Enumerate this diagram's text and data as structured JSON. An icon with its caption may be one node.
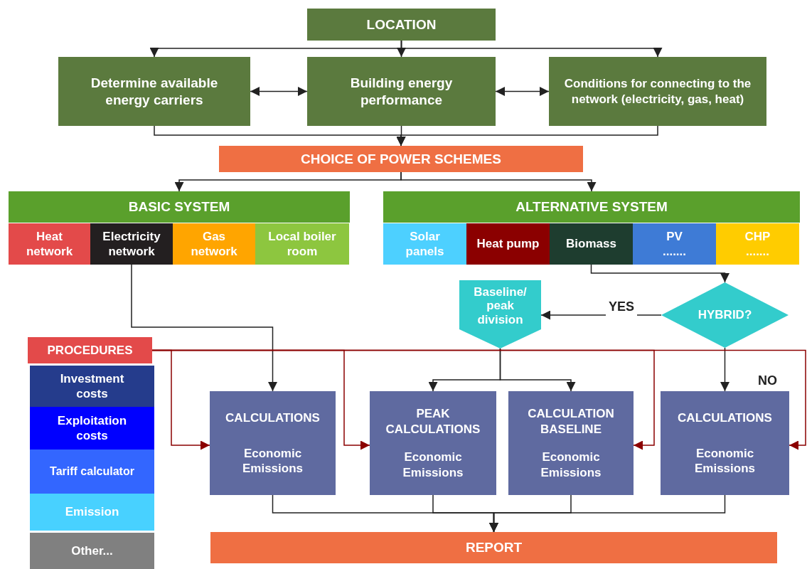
{
  "diagram": {
    "nodes": [
      {
        "text": [
          "LOCATION"
        ]
      },
      {
        "text": [
          "Determine available energy carriers"
        ]
      },
      {
        "text": [
          "Building energy performance"
        ]
      },
      {
        "text": [
          "Conditions for connecting to the network (electricity, gas, heat)"
        ]
      },
      {
        "text": [
          "CHOICE OF POWER SCHEMES"
        ]
      },
      {
        "text": [
          "BASIC SYSTEM"
        ]
      },
      {
        "text": [
          "Heat network"
        ]
      },
      {
        "text": [
          "Electricity network"
        ]
      },
      {
        "text": [
          "Gas network"
        ]
      },
      {
        "text": [
          "Local boiler room"
        ]
      },
      {
        "text": [
          "ALTERNATIVE SYSTEM"
        ]
      },
      {
        "text": [
          "Solar panels"
        ]
      },
      {
        "text": [
          "Heat pump"
        ]
      },
      {
        "text": [
          "Biomass"
        ]
      },
      {
        "text": [
          "PV ......."
        ]
      },
      {
        "text": [
          "CHP ......."
        ]
      },
      {
        "text": [
          "Baseline/ peak division"
        ]
      },
      {
        "text": [
          "HYBRID?"
        ]
      },
      {
        "text": [
          "PROCEDURES"
        ]
      },
      {
        "text": [
          "Investment costs"
        ]
      },
      {
        "text": [
          "Exploitation costs"
        ]
      },
      {
        "text": [
          "Tariff calculator"
        ]
      },
      {
        "text": [
          "Emission"
        ]
      },
      {
        "text": [
          "Other..."
        ]
      },
      {
        "text": [
          "CALCULATIONS",
          "Economic Emissions"
        ]
      },
      {
        "text": [
          "PEAK CALCULATIONS",
          "Economic Emissions"
        ]
      },
      {
        "text": [
          "CALCULATION BASELINE",
          "Economic Emissions"
        ]
      },
      {
        "text": [
          "CALCULATIONS",
          "Economic Emissions"
        ]
      },
      {
        "text": [
          "REPORT"
        ]
      }
    ],
    "edges": [
      {
        "from": 0,
        "to": 1,
        "arrow": "to"
      },
      {
        "from": 0,
        "to": 2,
        "arrow": "to"
      },
      {
        "from": 0,
        "to": 3,
        "arrow": "to"
      },
      {
        "from": 1,
        "to": 2,
        "arrow": "both"
      },
      {
        "from": 2,
        "to": 3,
        "arrow": "both"
      },
      {
        "from": 1,
        "to": 4,
        "arrow": "to"
      },
      {
        "from": 2,
        "to": 4,
        "arrow": "to"
      },
      {
        "from": 3,
        "to": 4,
        "arrow": "to"
      },
      {
        "from": 4,
        "to": 5,
        "arrow": "to"
      },
      {
        "from": 4,
        "to": 10,
        "arrow": "to"
      },
      {
        "from": 7,
        "to": 24,
        "arrow": "to"
      },
      {
        "from": 13,
        "to": 17,
        "arrow": "to"
      },
      {
        "from": 17,
        "to": 16,
        "arrow": "to",
        "label": "YES"
      },
      {
        "from": 16,
        "to": 25,
        "arrow": "to"
      },
      {
        "from": 16,
        "to": 26,
        "arrow": "to"
      },
      {
        "from": 17,
        "to": 27,
        "arrow": "to",
        "label": "NO"
      },
      {
        "from": 18,
        "to": 24,
        "arrow": "to",
        "color": "#8b0000"
      },
      {
        "from": 18,
        "to": 25,
        "arrow": "to",
        "color": "#8b0000"
      },
      {
        "from": 18,
        "to": 26,
        "arrow": "to",
        "color": "#8b0000"
      },
      {
        "from": 18,
        "to": 27,
        "arrow": "to",
        "color": "#8b0000"
      },
      {
        "from": 24,
        "to": 28,
        "arrow": "to"
      },
      {
        "from": 25,
        "to": 28,
        "arrow": "to"
      },
      {
        "from": 26,
        "to": 28,
        "arrow": "to"
      },
      {
        "from": 27,
        "to": 28,
        "arrow": "to"
      }
    ]
  }
}
